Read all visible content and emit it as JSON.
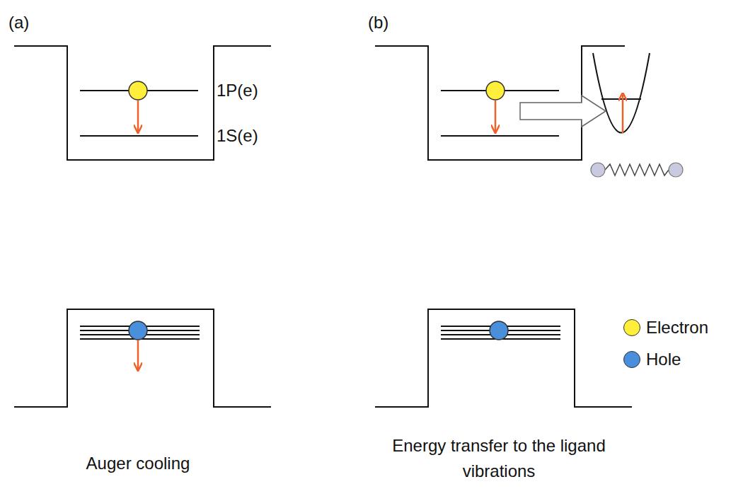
{
  "diagram": {
    "labels": [
      "(a)",
      "(b)",
      "1P(e)",
      "1S(e)",
      "Auger cooling",
      "Energy transfer to the ligand vibrations"
    ],
    "legend": [
      {
        "text": "Electron",
        "color": "#ffee3a"
      },
      {
        "text": "Hole",
        "color": "#4a8fdc"
      }
    ]
  }
}
